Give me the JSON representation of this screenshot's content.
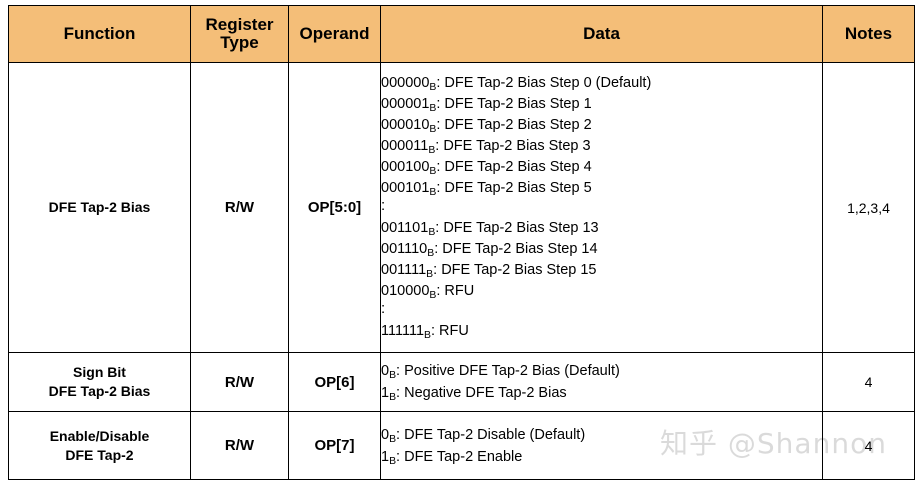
{
  "table": {
    "headers": [
      {
        "label": "Function",
        "name": "header-function"
      },
      {
        "label": "Register Type",
        "name": "header-register-type"
      },
      {
        "label": "Operand",
        "name": "header-operand"
      },
      {
        "label": "Data",
        "name": "header-data"
      },
      {
        "label": "Notes",
        "name": "header-notes"
      }
    ],
    "rows": [
      {
        "function": "DFE Tap-2 Bias",
        "register_type": "R/W",
        "operand": "OP[5:0]",
        "notes": "1,2,3,4",
        "data_lines": [
          {
            "code": "000000",
            "sub": "B",
            "text": ": DFE Tap-2 Bias Step 0 (Default)"
          },
          {
            "code": "000001",
            "sub": "B",
            "text": ": DFE Tap-2 Bias Step 1"
          },
          {
            "code": "000010",
            "sub": "B",
            "text": ": DFE Tap-2 Bias Step 2"
          },
          {
            "code": "000011",
            "sub": "B",
            "text": ": DFE Tap-2 Bias Step 3"
          },
          {
            "code": "000100",
            "sub": "B",
            "text": ": DFE Tap-2 Bias Step 4"
          },
          {
            "code": "000101",
            "sub": "B",
            "text": ": DFE Tap-2 Bias Step 5"
          },
          {
            "code": "",
            "sub": "",
            "text": ":",
            "ellipsis": true
          },
          {
            "code": "001101",
            "sub": "B",
            "text": ": DFE Tap-2 Bias Step 13"
          },
          {
            "code": "001110",
            "sub": "B",
            "text": ": DFE Tap-2 Bias Step 14"
          },
          {
            "code": "001111",
            "sub": "B",
            "text": ": DFE Tap-2 Bias Step 15"
          },
          {
            "code": "010000",
            "sub": "B",
            "text": ": RFU"
          },
          {
            "code": "",
            "sub": "",
            "text": ":",
            "ellipsis": true
          },
          {
            "code": "111111",
            "sub": "B",
            "text": ": RFU"
          }
        ]
      },
      {
        "function": "Sign Bit\nDFE Tap-2 Bias",
        "function_line1": "Sign Bit",
        "function_line2": "DFE Tap-2 Bias",
        "register_type": "R/W",
        "operand": "OP[6]",
        "notes": "4",
        "data_lines": [
          {
            "code": "0",
            "sub": "B",
            "text": ": Positive DFE Tap-2 Bias (Default)"
          },
          {
            "code": "1",
            "sub": "B",
            "text": ": Negative DFE Tap-2 Bias"
          }
        ]
      },
      {
        "function": "Enable/Disable\nDFE Tap-2",
        "function_line1": "Enable/Disable",
        "function_line2": "DFE Tap-2",
        "register_type": "R/W",
        "operand": "OP[7]",
        "notes": "4",
        "data_lines": [
          {
            "code": "0",
            "sub": "B",
            "text": ": DFE Tap-2 Disable (Default)"
          },
          {
            "code": "1",
            "sub": "B",
            "text": ": DFE Tap-2 Enable"
          }
        ]
      }
    ]
  },
  "watermark": {
    "text": "知乎 @Shannon"
  },
  "colors": {
    "header_background": "#F4BE78",
    "border": "#000000",
    "text": "#000000",
    "cell_background": "#FFFFFF"
  }
}
